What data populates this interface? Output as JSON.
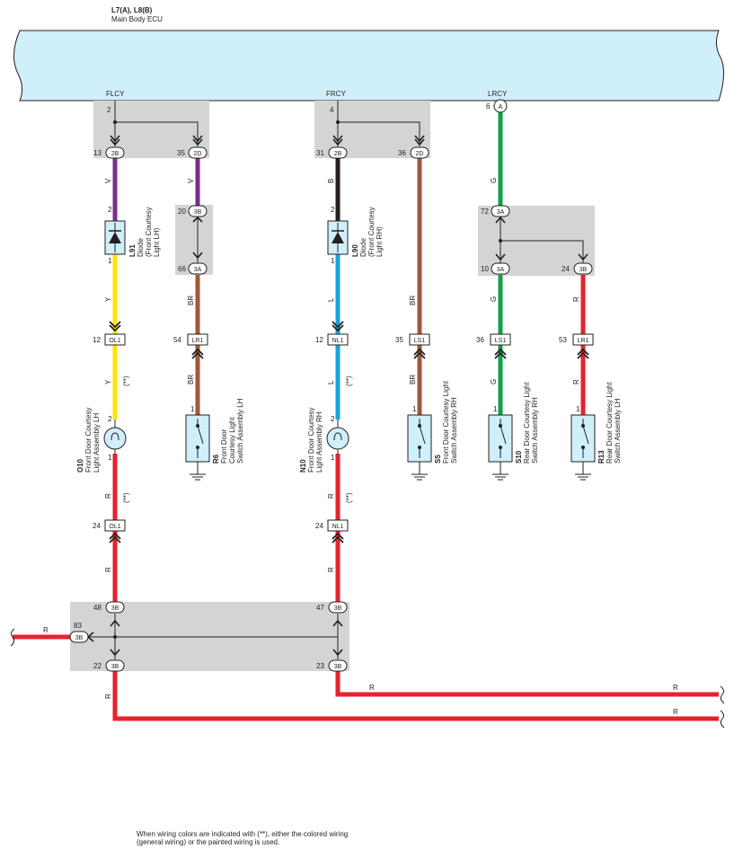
{
  "ecu": {
    "codes": "L7(A), L8(B)",
    "name": "Main Body ECU"
  },
  "ecu_pins": [
    {
      "label": "FLCY",
      "pin": "2"
    },
    {
      "label": "FRCY",
      "pin": "4"
    },
    {
      "label": "LRCY",
      "pin": "6",
      "connector": "A"
    }
  ],
  "connectors": [
    {
      "pin": "13",
      "code": "2B"
    },
    {
      "pin": "35",
      "code": "2D"
    },
    {
      "pin": "31",
      "code": "2B"
    },
    {
      "pin": "36",
      "code": "2D"
    },
    {
      "pin": "20",
      "code": "3B"
    },
    {
      "pin": "66",
      "code": "3A"
    },
    {
      "pin": "72",
      "code": "3A"
    },
    {
      "pin": "10",
      "code": "3A"
    },
    {
      "pin": "24",
      "code": "3B"
    },
    {
      "pin": "48",
      "code": "3B"
    },
    {
      "pin": "47",
      "code": "3B"
    },
    {
      "pin": "83",
      "code": "3B"
    },
    {
      "pin": "22",
      "code": "3B"
    },
    {
      "pin": "23",
      "code": "3B"
    }
  ],
  "inline_connectors": [
    {
      "pin": "12",
      "code": "OL1"
    },
    {
      "pin": "54",
      "code": "LR1"
    },
    {
      "pin": "12",
      "code": "NL1"
    },
    {
      "pin": "35",
      "code": "LS1"
    },
    {
      "pin": "36",
      "code": "LS1"
    },
    {
      "pin": "53",
      "code": "LR1"
    },
    {
      "pin": "24",
      "code": "OL1"
    },
    {
      "pin": "24",
      "code": "NL1"
    }
  ],
  "wire_colors": {
    "V": "V",
    "B": "B",
    "BR": "BR",
    "G": "G",
    "Y": "Y",
    "L": "L",
    "R": "R"
  },
  "painted_mark": "(**)",
  "components": {
    "l91": {
      "id": "L91",
      "line1": "Diode",
      "line2": "(Front Courtesy",
      "line3": "Light LH)"
    },
    "l90": {
      "id": "L90",
      "line1": "Diode",
      "line2": "(Front Courtesy",
      "line3": "Light RH)"
    },
    "o10": {
      "id": "O10",
      "line1": "Front Door Courtesy",
      "line2": "Light Assembly LH"
    },
    "r6": {
      "id": "R6",
      "line1": "Front Door",
      "line2": "Courtesy Light",
      "line3": "Switch Assembly LH"
    },
    "n10": {
      "id": "N10",
      "line1": "Front Door Courtesy",
      "line2": "Light Assembly RH"
    },
    "s5": {
      "id": "S5",
      "line1": "Front Door Courtesy Light",
      "line2": "Switch Assembly RH"
    },
    "s10": {
      "id": "S10",
      "line1": "Rear Door Courtesy Light",
      "line2": "Switch Assembly RH"
    },
    "r13": {
      "id": "R13",
      "line1": "Rear Door Courtesy Light",
      "line2": "Switch Assembly LH"
    }
  },
  "component_pins": {
    "one": "1",
    "two": "2"
  },
  "footnote": {
    "line1": "When wiring colors are indicated with (**),  either the colored wiring",
    "line2": "(general wiring) or the painted wiring is used."
  },
  "colors": {
    "ecu_fill": "#cfeffa",
    "junction_fill": "#d4d4d5",
    "violet": "#7b2d8e",
    "black": "#231f20",
    "brown": "#a0583a",
    "green": "#0fa24a",
    "yellow": "#ffe500",
    "blue": "#1aa3e0",
    "red": "#e8222c",
    "component_fill": "#cfeffa"
  }
}
